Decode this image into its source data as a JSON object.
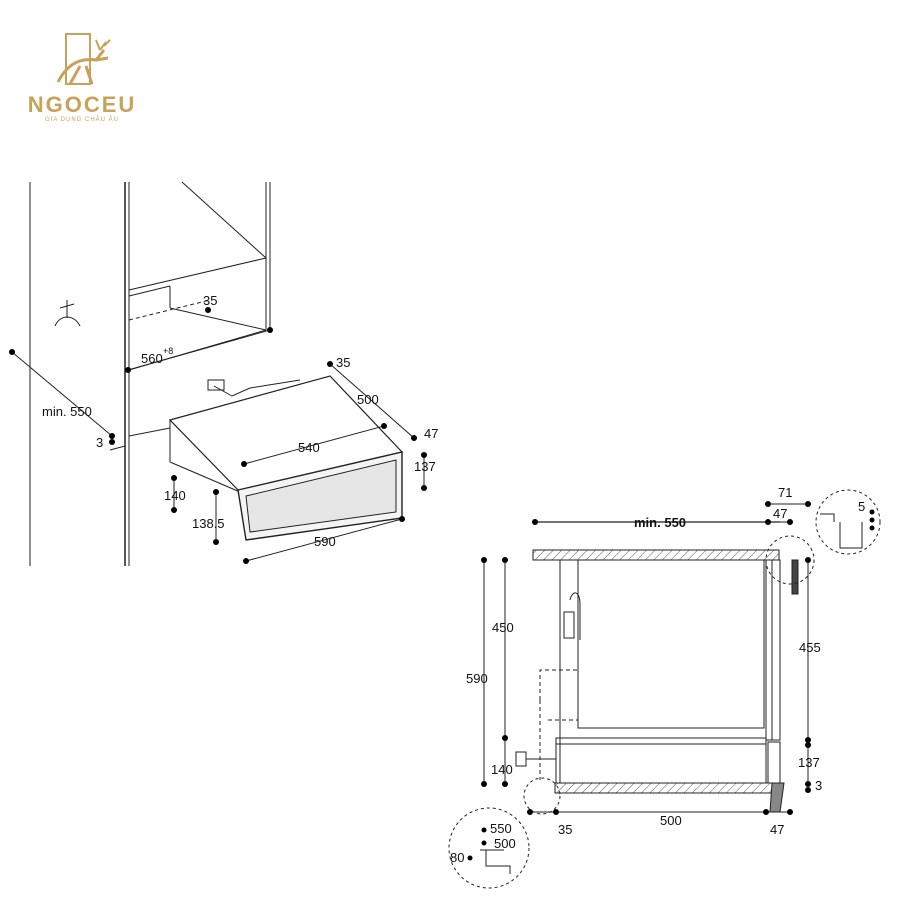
{
  "brand": {
    "name": "NGOCEU",
    "tagline": "GIA DỤNG CHÂU ÂU",
    "color": "#c9a25a"
  },
  "left_view": {
    "dim_35_top": "35",
    "dim_560": "560",
    "dim_560_sup": "+8",
    "dim_35_right": "35",
    "dim_500": "500",
    "dim_min550": "min. 550",
    "dim_3": "3",
    "dim_540": "540",
    "dim_47": "47",
    "dim_137": "137",
    "dim_140": "140",
    "dim_138_5": "138.5",
    "dim_590": "590"
  },
  "right_view": {
    "dim_71": "71",
    "dim_47_top": "47",
    "dim_min550": "min. 550",
    "dim_5": "5",
    "dim_450": "450",
    "dim_590": "590",
    "dim_455": "455",
    "dim_140": "140",
    "dim_137": "137",
    "dim_3": "3",
    "dim_35": "35",
    "dim_500": "500",
    "dim_47_bottom": "47",
    "detail_550": "550",
    "detail_500": "500",
    "detail_80": "80"
  }
}
